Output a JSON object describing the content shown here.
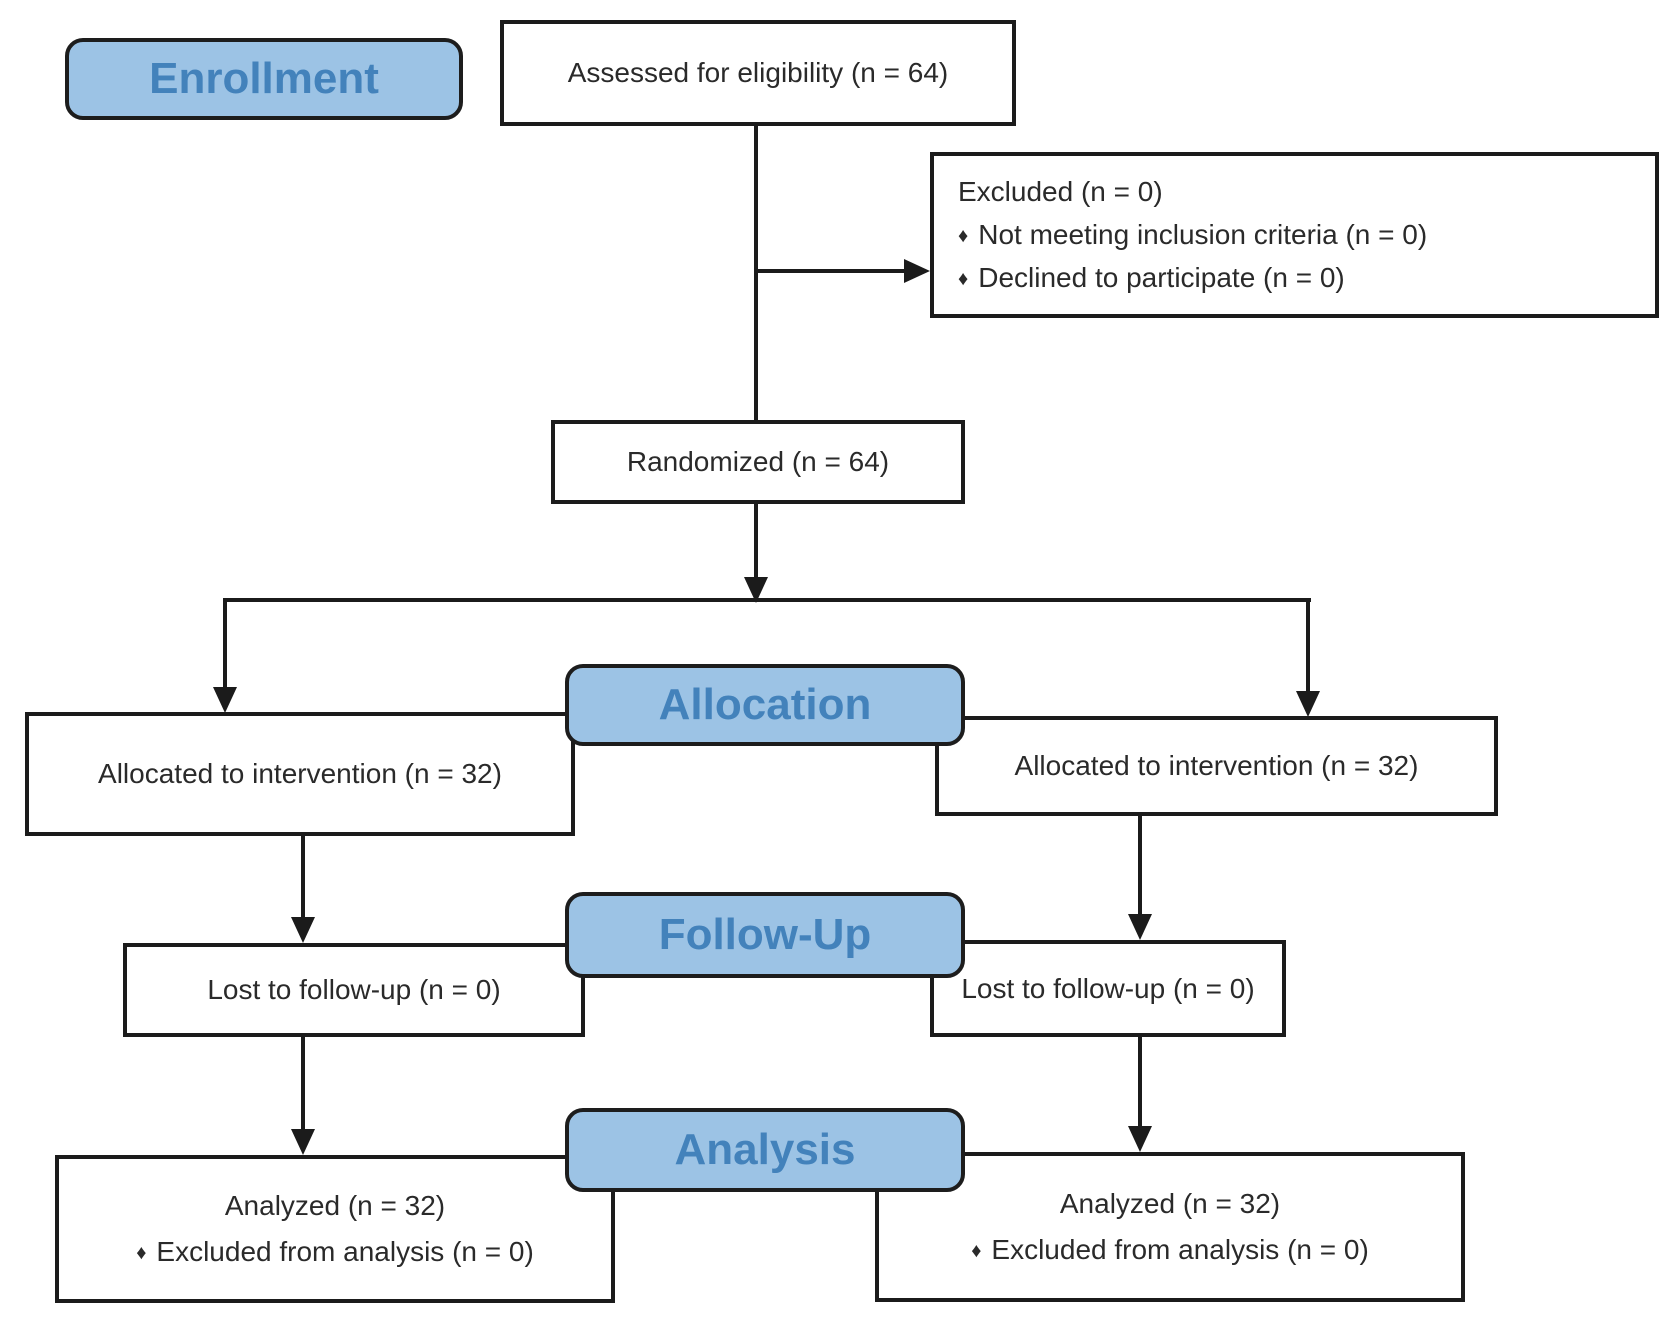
{
  "flow": {
    "stage_labels": {
      "enrollment": "Enrollment",
      "allocation": "Allocation",
      "followup": "Follow-Up",
      "analysis": "Analysis"
    },
    "bullet_glyph": "♦",
    "assessed": "Assessed for eligibility (n = 64)",
    "excluded": {
      "title": "Excluded (n = 0)",
      "bullets": [
        "Not meeting inclusion criteria (n = 0)",
        "Declined to participate (n = 0)"
      ]
    },
    "randomized": "Randomized (n = 64)",
    "allocation": {
      "left": "Allocated to intervention (n = 32)",
      "right": "Allocated to intervention (n = 32)"
    },
    "followup": {
      "left": "Lost to follow-up (n = 0)",
      "right": "Lost to follow-up (n = 0)"
    },
    "analysis": {
      "left_title": "Analyzed (n = 32)",
      "left_bullets": [
        "Excluded from analysis (n = 0)"
      ],
      "right_title": "Analyzed (n = 32)",
      "right_bullets": [
        "Excluded from analysis (n = 0)"
      ]
    },
    "colors": {
      "stage_fill": "#9CC3E5",
      "stage_text": "#4382BB",
      "line": "#1B1B1B",
      "box_background": "#FFFFFF"
    }
  }
}
